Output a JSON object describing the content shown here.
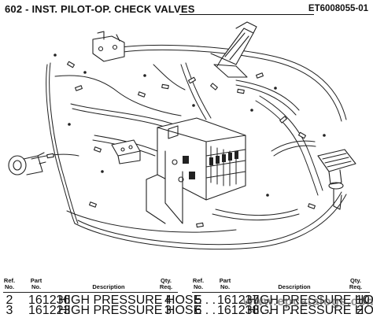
{
  "header": {
    "title": "602 - INST. PILOT-OP. CHECK VALVES",
    "doc_ref": "ET6008055-01"
  },
  "table": {
    "left": {
      "headers": {
        "ref_1": "Ref.",
        "ref_2": "No.",
        "part_1": "Part",
        "part_2": "No.",
        "desc": "Description",
        "qty_1": "Qty.",
        "qty_2": "Req."
      },
      "rows": [
        {
          "ref": "2",
          "part": "161236",
          "desc": "HIGH PRESSURE HOSE . . . . . . . . . . . . . . .",
          "qty": "4"
        },
        {
          "ref": "3",
          "part": "161223",
          "desc": "HIGH PRESSURE HOSE . . . . . . . . . . . . . . .",
          "qty": "3"
        }
      ]
    },
    "right": {
      "headers": {
        "ref_1": "Ref.",
        "ref_2": "No.",
        "part_1": "Part",
        "part_2": "No.",
        "desc": "Description",
        "qty_1": "Qty.",
        "qty_2": "Req."
      },
      "rows": [
        {
          "ref": "5",
          "part": "161237",
          "desc": "HIGH PRESSURE HOSE . . . . . . . . . . . . . . .",
          "qty": "10"
        },
        {
          "ref": "6",
          "part": "161238",
          "desc": "HIGH PRESSURE HOSE . . . . . . . . . . . . . . .",
          "qty": "2"
        }
      ]
    }
  },
  "watermark": "www.epcatalogs.com"
}
